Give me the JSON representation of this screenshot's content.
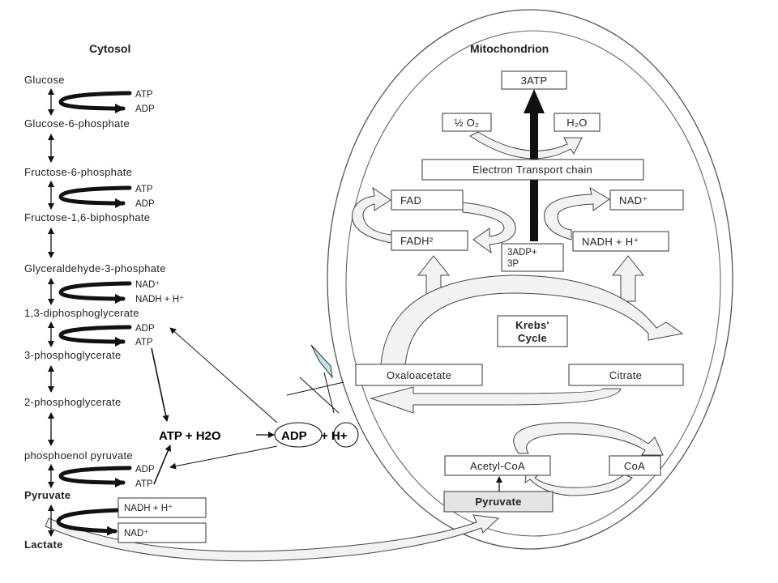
{
  "cytosol": {
    "title": "Cytosol",
    "metabolites": [
      "Glucose",
      "Glucose-6-phosphate",
      "Fructose-6-phosphate",
      "Fructose-1,6-biphosphate",
      "Glyceraldehyde-3-phosphate",
      "1,3-diphosphoglycerate",
      "3-phosphoglycerate",
      "2-phosphoglycerate",
      "phosphoenol pyruvate",
      "Pyruvate",
      "Lactate"
    ],
    "cofactors": {
      "step1": [
        "ATP",
        "ADP"
      ],
      "step2": [
        "ATP",
        "ADP"
      ],
      "step3": [
        "NAD⁺",
        "NADH + H⁺"
      ],
      "step4": [
        "ADP",
        "ATP"
      ],
      "step5": [
        "ADP",
        "ATP"
      ],
      "step6": [
        "NADH + H⁺",
        "NAD⁺"
      ]
    }
  },
  "mitochondrion": {
    "title": "Mitochondrion",
    "atp_box": "3ATP",
    "oxygen_box": "½ O₂",
    "water_box": "H₂O",
    "etc_box": "Electron Transport chain",
    "fad_box": "FAD",
    "fadh_box": "FADH²",
    "nad_box": "NAD⁺",
    "nadh_box": "NADH + H⁺",
    "adp_box_line1": "3ADP+",
    "adp_box_line2": "3P",
    "krebs_line1": "Krebs'",
    "krebs_line2": "Cycle",
    "oxaloacetate_box": "Oxaloacetate",
    "citrate_box": "Citrate",
    "acetyl_box": "Acetyl-CoA",
    "coa_box": "CoA",
    "pyruvate_box": "Pyruvate"
  },
  "overlay": {
    "atp_h2o": "ATP + H2O",
    "adp": "ADP",
    "plus_h": "+ H+"
  }
}
